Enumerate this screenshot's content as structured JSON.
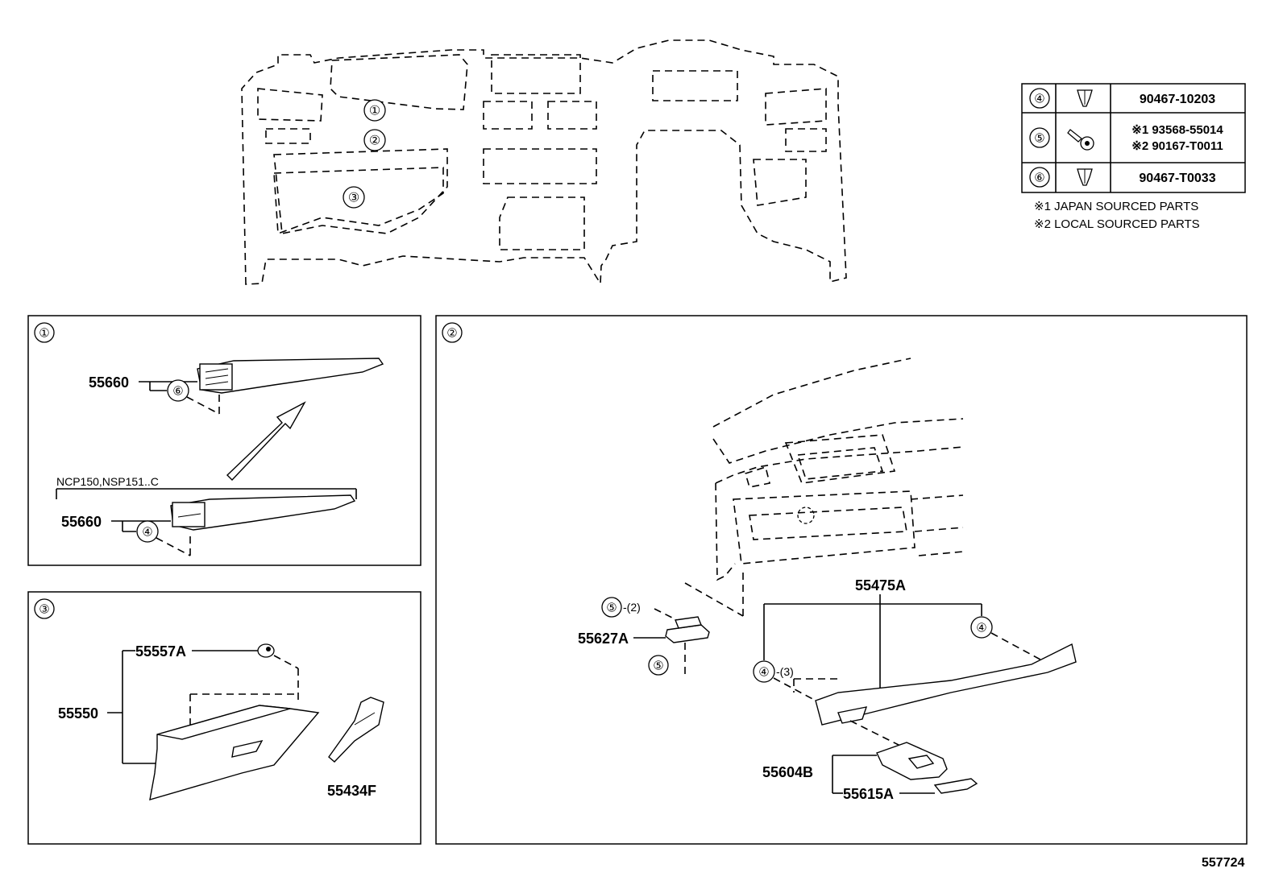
{
  "overview": {
    "callouts": [
      "①",
      "②",
      "③"
    ]
  },
  "legend": {
    "rows": [
      {
        "ref": "④",
        "icon": "clip-icon",
        "part": "90467-10203"
      },
      {
        "ref": "⑤",
        "icon": "screw-icon",
        "part_line1": "※1 93568-55014",
        "part_line2": "※2 90167-T0011"
      },
      {
        "ref": "⑥",
        "icon": "clip-icon",
        "part": "90467-T0033"
      }
    ],
    "note1": "※1 JAPAN SOURCED PARTS",
    "note2": "※2 LOCAL SOURCED PARTS"
  },
  "panel1": {
    "number": "①",
    "upper_part": "55660",
    "upper_fastener": "⑥",
    "variant_label": "NCP150,NSP151..C",
    "lower_part": "55660",
    "lower_fastener": "④"
  },
  "panel2": {
    "number": "②",
    "part_55475A": "55475A",
    "fastener4_right": "④",
    "fastener4_left": "④",
    "fastener4_left_qty": "-(3)",
    "fastener5_top": "⑤",
    "fastener5_top_qty": "-(2)",
    "part_55627A": "55627A",
    "fastener5_bottom": "⑤",
    "part_55604B": "55604B",
    "part_55615A": "55615A"
  },
  "panel3": {
    "number": "③",
    "part_55557A": "55557A",
    "part_55550": "55550",
    "part_55434F": "55434F"
  },
  "footer": {
    "diagram_id": "557724"
  }
}
